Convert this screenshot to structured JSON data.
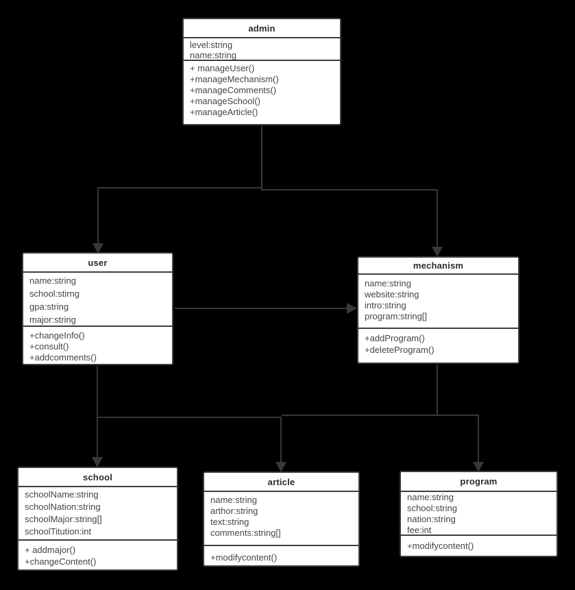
{
  "diagram": {
    "type": "uml-class-diagram",
    "colors": {
      "background": "#000000",
      "node_fill": "#ffffff",
      "node_border": "#3d3d3d",
      "edge": "#383838",
      "text": "#454545",
      "title_text": "#2b2b2b"
    }
  },
  "classes": [
    {
      "name": "admin",
      "attributes": [
        "level:string",
        "name:string"
      ],
      "methods": [
        "+ manageUser()",
        "+manageMechanism()",
        "+manageComments()",
        "+manageSchool()",
        "+manageArticle()"
      ]
    },
    {
      "name": "user",
      "attributes": [
        "name:string",
        "school:stirng",
        "gpa:string",
        "major:string"
      ],
      "methods": [
        "+changeInfo()",
        "+consult()",
        "+addcomments()"
      ]
    },
    {
      "name": "mechanism",
      "attributes": [
        "name:string",
        "website:string",
        "intro:string",
        "program:string[]"
      ],
      "methods": [
        "+addProgram()",
        "+deleteProgram()"
      ]
    },
    {
      "name": "school",
      "attributes": [
        "schoolName:string",
        "schoolNation:string",
        "schoolMajor:string[]",
        "schoolTitution:int"
      ],
      "methods": [
        "+ addmajor()",
        "+changeContent()"
      ]
    },
    {
      "name": "article",
      "attributes": [
        "name:string",
        "arthor:string",
        "text:string",
        "comments:string[]"
      ],
      "methods": [
        "+modifycontent()"
      ]
    },
    {
      "name": "program",
      "attributes": [
        "name:string",
        "school:string",
        "nation:string",
        "fee:int"
      ],
      "methods": [
        "+modifycontent()"
      ]
    }
  ],
  "relationships": [
    {
      "from": "admin",
      "to": "user",
      "style": "directed-arrow"
    },
    {
      "from": "admin",
      "to": "mechanism",
      "style": "directed-arrow"
    },
    {
      "from": "user",
      "to": "mechanism",
      "style": "directed-arrow"
    },
    {
      "from": "user",
      "to": "school",
      "style": "directed-arrow"
    },
    {
      "from": "user",
      "to": "article",
      "style": "directed-arrow"
    },
    {
      "from": "mechanism",
      "to": "article",
      "style": "directed-arrow"
    },
    {
      "from": "mechanism",
      "to": "program",
      "style": "directed-arrow"
    }
  ]
}
